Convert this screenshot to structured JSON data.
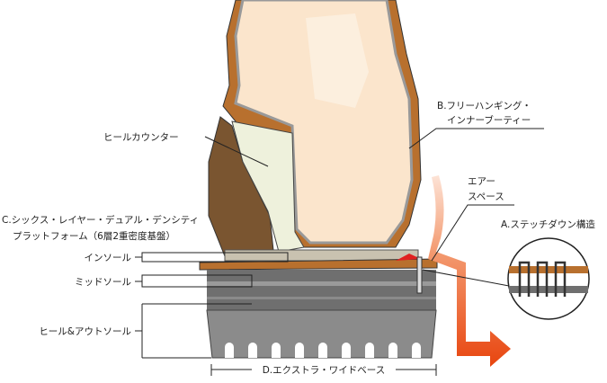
{
  "labels": {
    "heel_counter": "ヒールカウンター",
    "b_line1": "B.フリーハンギング・",
    "b_line2": "インナーブーティー",
    "air_line1": "エアー",
    "air_line2": "スペース",
    "a_stitchdown": "A.ステッチダウン構造",
    "c_line1": "C.シックス・レイヤー・デュアル・デンシティ",
    "c_line2": "プラットフォーム（6層2重密度基盤）",
    "insole": "インソール",
    "midsole": "ミッドソール",
    "heel_outsole": "ヒール&アウトソール",
    "d_wide_base": "D.エクストラ・ワイドベース"
  },
  "colors": {
    "leather": "#b8702e",
    "dark_leather": "#7a5530",
    "inner_boot": "#fbe5cc",
    "heel_counter": "#eef1dc",
    "sole": "#7d7d7d",
    "arrow": "#e8450f"
  }
}
